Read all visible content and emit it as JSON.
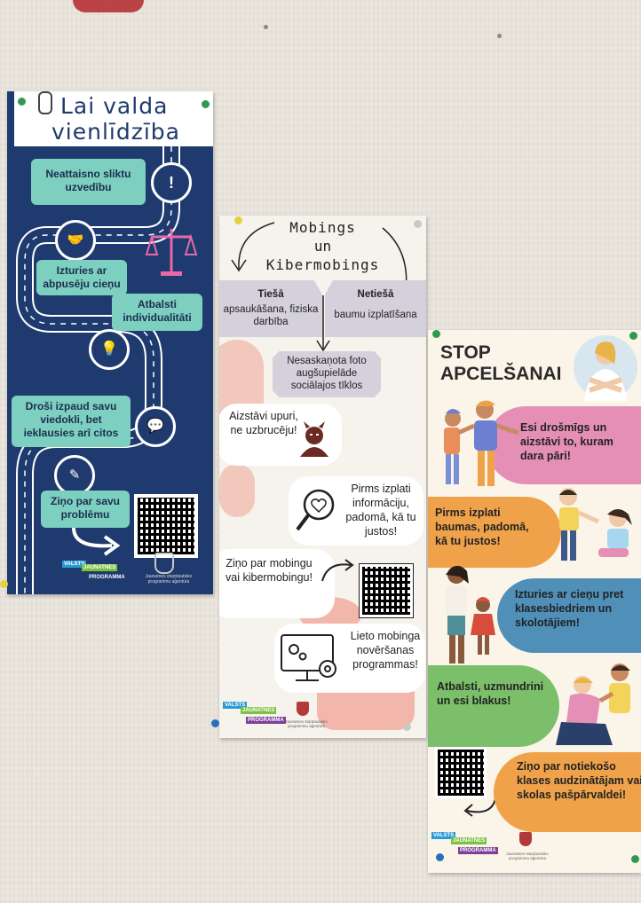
{
  "poster1": {
    "title_line1": "Lai valda",
    "title_line2": "vienlīdzība",
    "steps": [
      "Neattaisno sliktu uzvedību",
      "Izturies ar abpusēju cieņu",
      "Atbalsti individualitāti",
      "Droši izpaud savu viedokli, bet ieklausies arī citos",
      "Ziņo par savu problēmu"
    ],
    "logo_valsts": "VALSTS",
    "logo_jaunatnes": "JAUNATNES",
    "logo_programma": "PROGRAMMA",
    "agency": "Jaunatnes starptautisko programmu aģentūra",
    "colors": {
      "navy": "#1f3a6e",
      "teal": "#7dcfc0"
    }
  },
  "poster2": {
    "title_line1": "Mobings",
    "title_line2": "un",
    "title_line3": "Kibermobings",
    "direct_title": "Tiešā",
    "direct_text": "apsaukāšana, fiziska darbība",
    "indirect_title": "Netiešā",
    "indirect_text": "baumu izplatīšana",
    "photo_text": "Nesaskaņota foto augšupielāde sociālajos tīklos",
    "items": [
      "Aizstāvi upuri, ne uzbrucēju!",
      "Pirms izplati informāciju, padomā, kā tu justos!",
      "Ziņo par mobingu vai kibermobingu!",
      "Lieto mobinga novēršanas programmas!"
    ],
    "logo_valsts": "VALSTS",
    "logo_jaunatnes": "JAUNATNES",
    "logo_programma": "PROGRAMMA",
    "agency": "Jaunatnes starptautisko programmu aģentūra"
  },
  "poster3": {
    "title_line1": "STOP",
    "title_line2": "APCELŠANAI",
    "items": [
      "Esi drošmīgs un aizstāvi to, kuram dara pāri!",
      "Pirms izplati baumas, padomā, kā tu justos!",
      "Izturies ar cieņu pret klasesbiedriem un skolotājiem!",
      "Atbalsti, uzmundrini un esi blakus!",
      "Ziņo par notiekošo klases audzinātājam vai skolas pašpārvaldei!"
    ],
    "logo_valsts": "VALSTS",
    "logo_jaunatnes": "JAUNATNES",
    "logo_programma": "PROGRAMMA",
    "agency": "Jaunatnes starptautisko programmu aģentūra",
    "colors": {
      "pink": "#e58fb6",
      "orange": "#f0a24b",
      "blue": "#4f8fb8",
      "green": "#7bbf6a"
    }
  }
}
